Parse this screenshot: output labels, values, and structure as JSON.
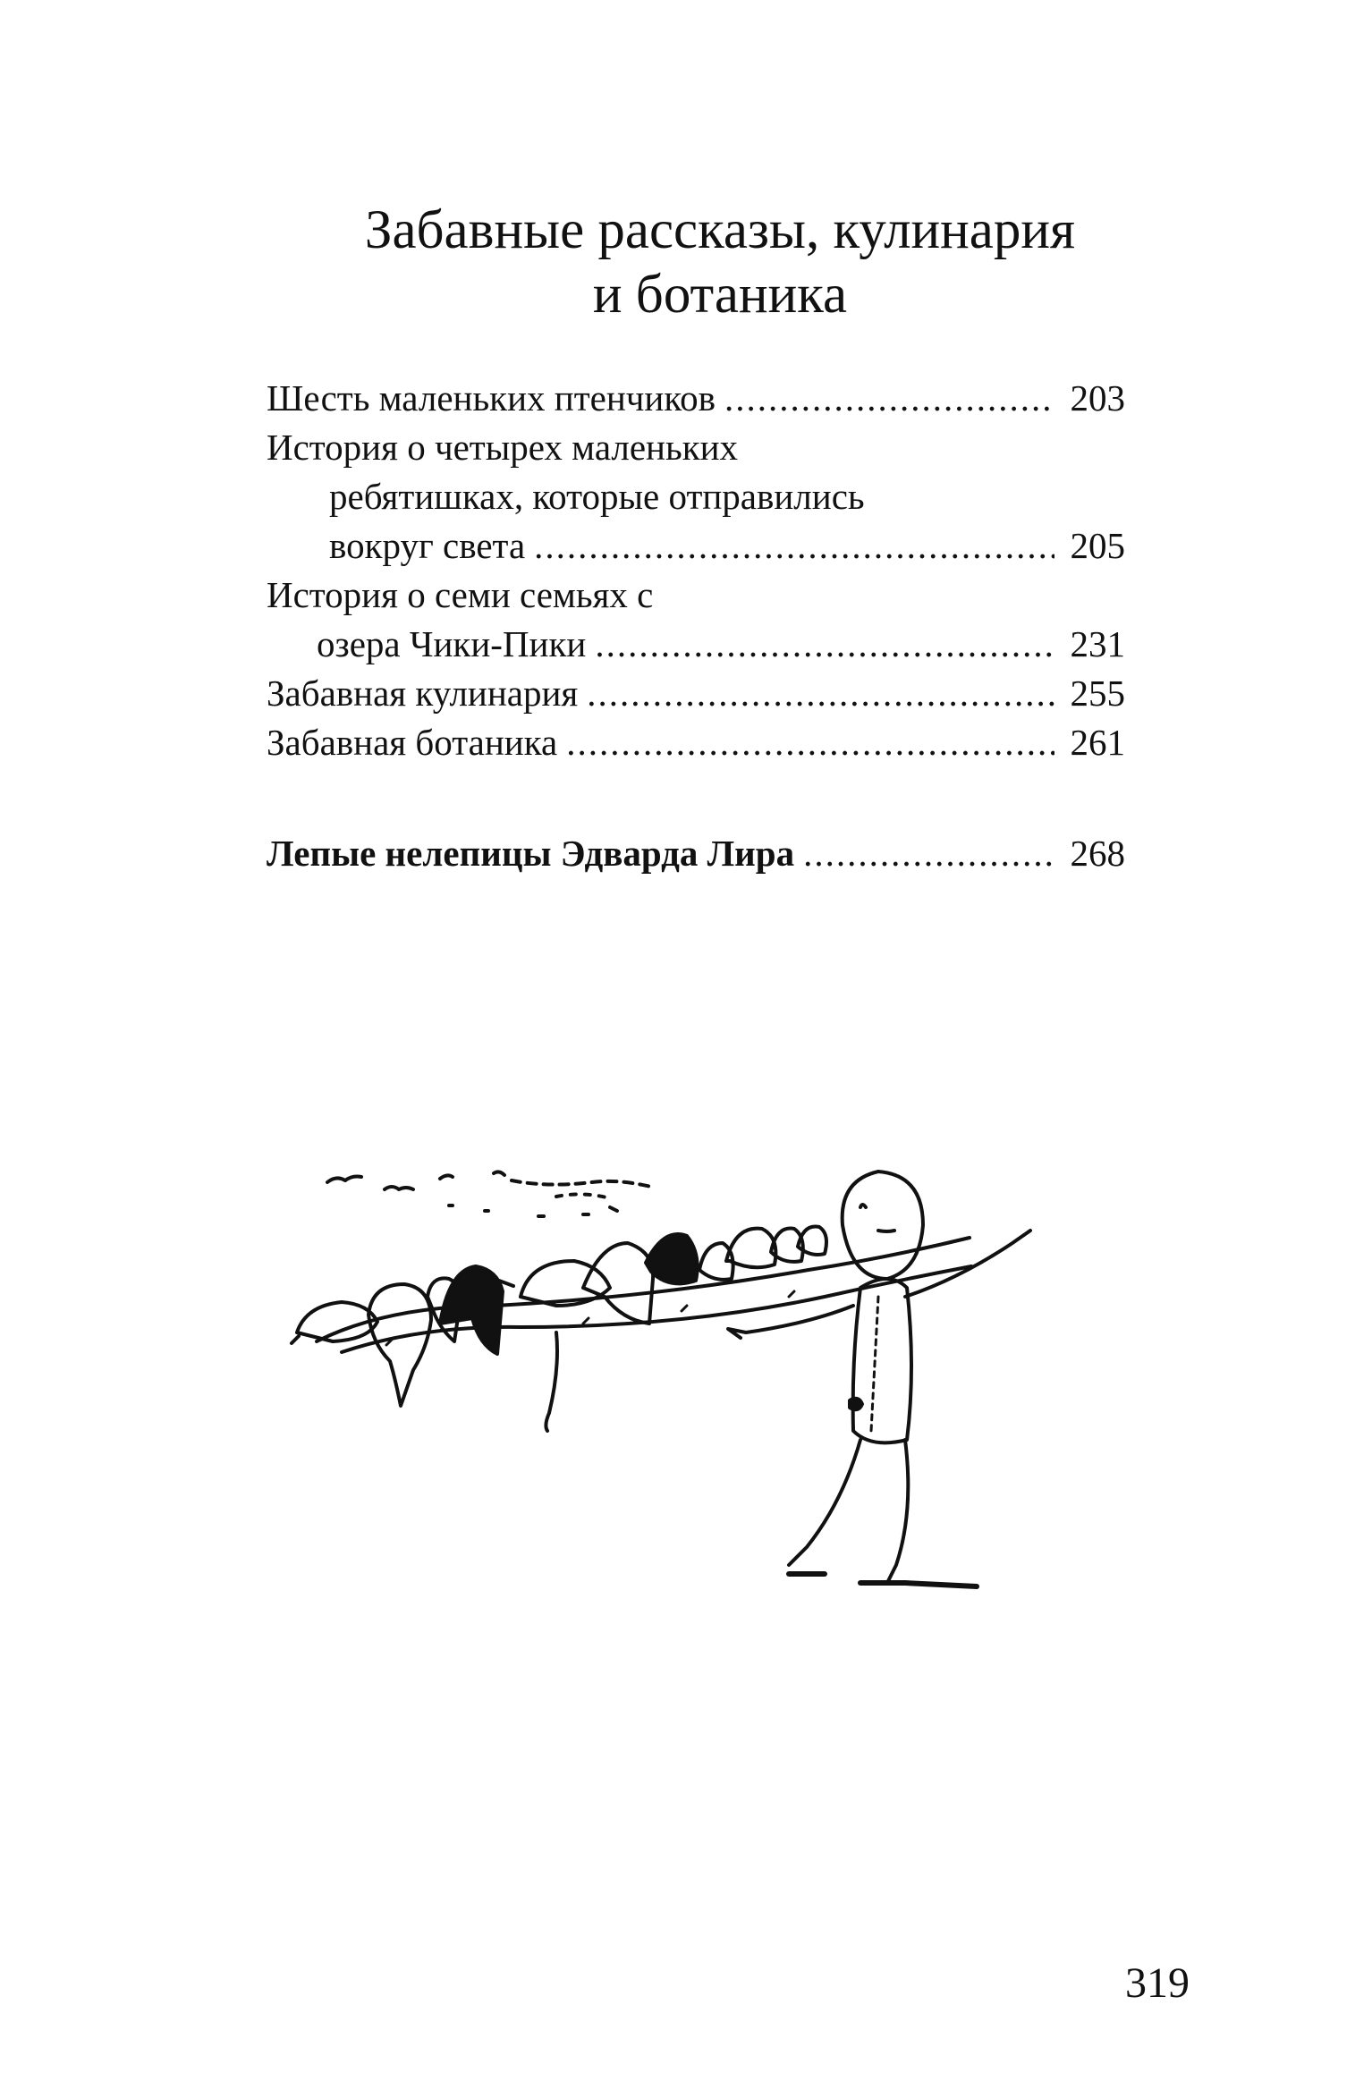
{
  "section_title": {
    "line1": "Забавные рассказы, кулинария",
    "line2": "и ботаника"
  },
  "toc": {
    "entry1": {
      "text": "Шесть маленьких птенчиков",
      "page": "203"
    },
    "entry2": {
      "line1": "История о четырех маленьких",
      "line2": "ребятишках, которые отправились",
      "line3": "вокруг света",
      "page": "205"
    },
    "entry3": {
      "line1": "История о семи семьях с",
      "line2": "озера Чики-Пики",
      "page": "231"
    },
    "entry4": {
      "text": "Забавная кулинария",
      "page": "255"
    },
    "entry5": {
      "text": "Забавная ботаника",
      "page": "261"
    },
    "entry6": {
      "text": "Лепые нелепицы Эдварда Лира",
      "page": "268"
    }
  },
  "page_number": "319"
}
